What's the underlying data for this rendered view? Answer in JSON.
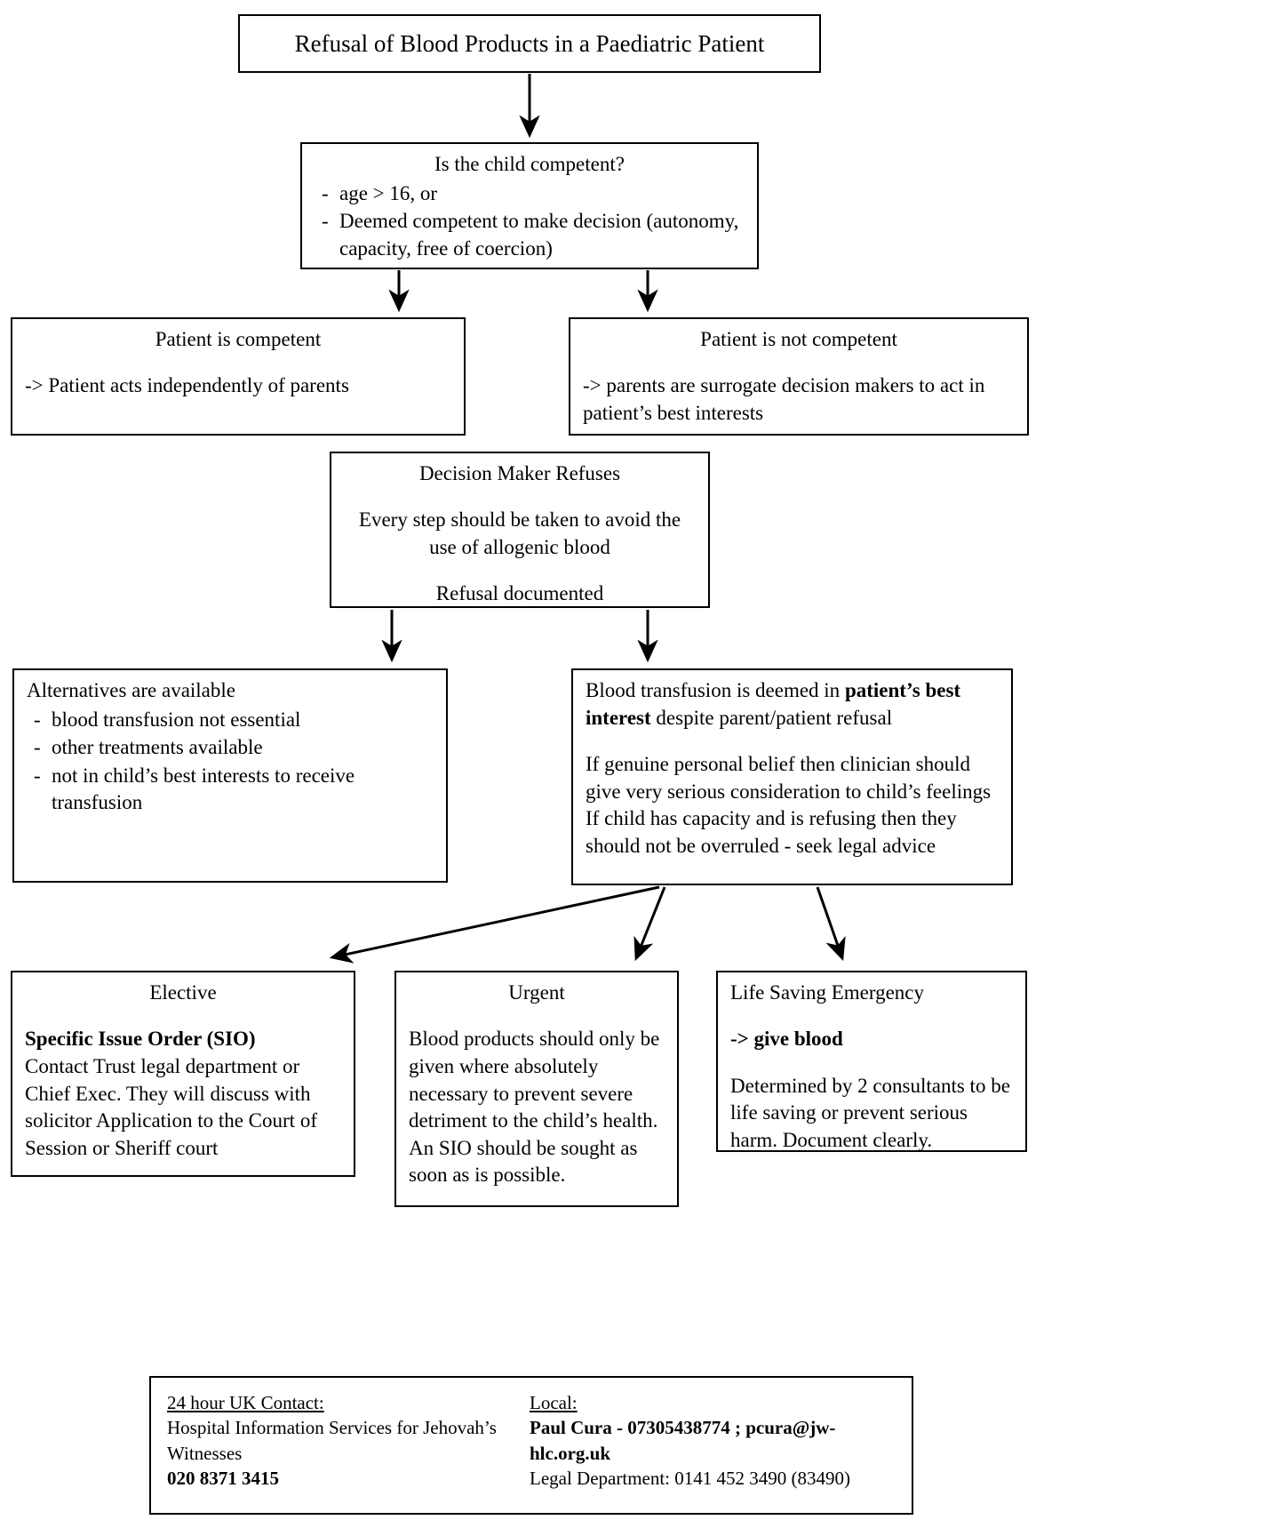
{
  "flowchart": {
    "title": "Refusal of Blood Products in a Paediatric Patient",
    "competency_question": {
      "heading": "Is the child competent?",
      "bullets": [
        "age > 16, or",
        "Deemed competent to make decision (autonomy, capacity, free of coercion)"
      ]
    },
    "competent": {
      "heading": "Patient is competent",
      "body": "-> Patient acts independently of parents"
    },
    "not_competent": {
      "heading": "Patient is not competent",
      "body": "-> parents are surrogate decision makers to act in patient’s best interests"
    },
    "decision_maker_refuses": {
      "heading": "Decision Maker Refuses",
      "body1": "Every step should be taken to avoid the use of allogenic blood",
      "body2": "Refusal documented"
    },
    "alternatives": {
      "heading": "Alternatives are available",
      "bullets": [
        "blood transfusion not essential",
        "other treatments available",
        "not in child’s best interests to receive transfusion"
      ]
    },
    "transfusion_best_interest": {
      "line1_pre": "Blood transfusion is deemed in ",
      "line1_bold": "patient’s best interest",
      "line1_post": " despite parent/patient refusal",
      "body2": "If genuine personal belief then clinician should give very serious consideration to child’s feelings If child has capacity and is refusing then they should not be overruled - seek legal advice"
    },
    "elective": {
      "heading": "Elective",
      "subheading": "Specific Issue Order (SIO)",
      "body": "Contact Trust legal department or Chief Exec. They will discuss with solicitor Application to the Court of Session or Sheriff court"
    },
    "urgent": {
      "heading": "Urgent",
      "body": "Blood products should only be given where absolutely necessary to prevent severe detriment to the child’s health. An SIO should be sought as soon as is possible."
    },
    "emergency": {
      "heading": "Life Saving Emergency",
      "action": "-> give blood",
      "body": "Determined by 2 consultants to be life saving or prevent serious harm. Document clearly."
    },
    "contacts": {
      "uk_label": "24 hour UK Contact:",
      "uk_org": "Hospital Information Services for Jehovah’s Witnesses",
      "uk_phone": "020 8371 3415",
      "local_label": "Local:",
      "local_person": "Paul Cura - 07305438774 ; pcura@jw-hlc.org.uk",
      "local_legal": "Legal Department: 0141 452 3490 (83490)"
    }
  },
  "colors": {
    "line": "#000000",
    "background": "#ffffff",
    "text": "#000000"
  }
}
